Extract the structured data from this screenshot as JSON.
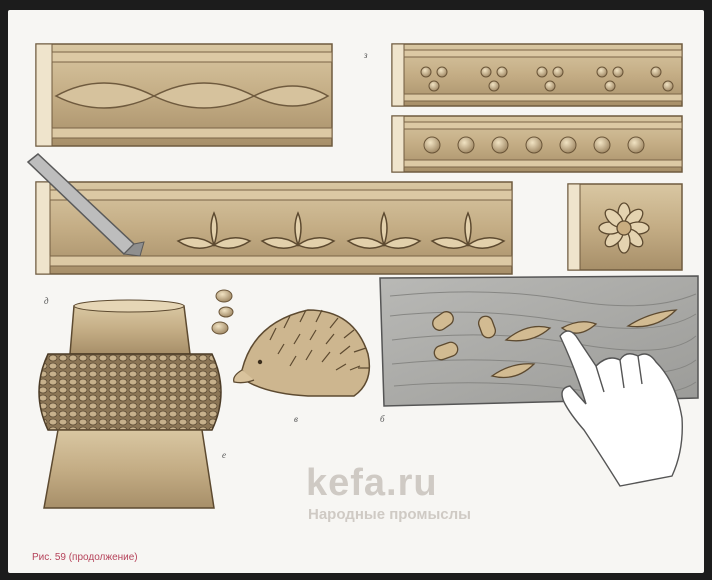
{
  "labels": {
    "fig_z": "з",
    "fig_d": "д",
    "fig_e": "е",
    "fig_v": "в",
    "fig_b": "б"
  },
  "watermark": {
    "main": "kefa.ru",
    "sub": "Народные промыслы"
  },
  "caption": "Рис. 59 (продолжение)",
  "colors": {
    "wood": "#c9b48f",
    "wood_dark": "#8c7554",
    "wood_light": "#e3d3b3",
    "caption": "#b5435a",
    "board": "#a9a9a6"
  }
}
